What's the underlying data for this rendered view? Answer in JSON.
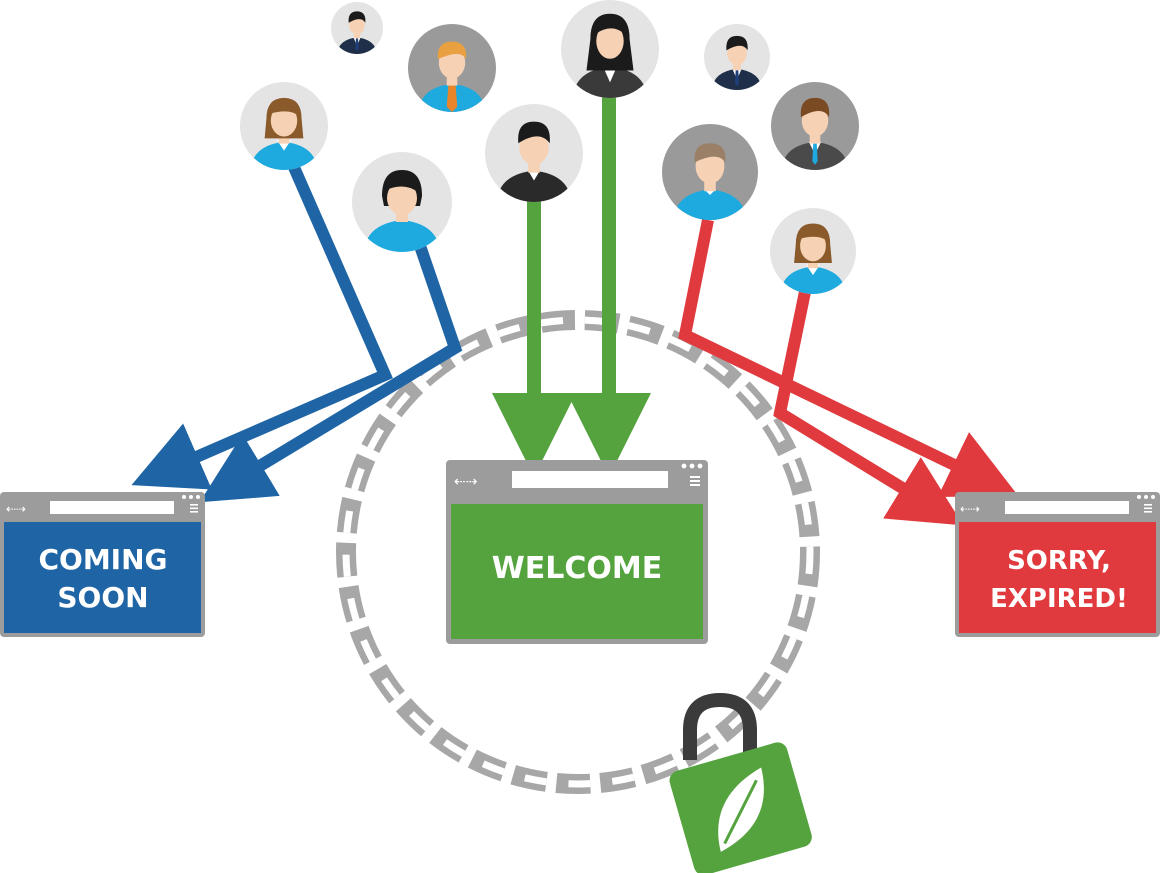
{
  "windows": {
    "coming_soon": {
      "line1": "COMING",
      "line2": "SOON",
      "color": "#1f65a6"
    },
    "welcome": {
      "line1": "WELCOME",
      "color": "#55a33e"
    },
    "expired": {
      "line1": "SORRY,",
      "line2": "EXPIRED!",
      "color": "#e03a3e"
    }
  },
  "colors": {
    "blue_arrow": "#1f65a6",
    "green_arrow": "#55a33e",
    "red_arrow": "#e03a3e",
    "chain": "#a7a7a7",
    "avatar_bg_light": "#e4e4e4",
    "avatar_bg_dark": "#9a9a9a",
    "lock_body": "#55a33e",
    "lock_shackle": "#3b3b3b"
  },
  "icons": {
    "users": "user-avatar-icon",
    "lock": "padlock-leaf-icon",
    "nav": "back-forward-arrows-icon",
    "menu": "hamburger-menu-icon"
  }
}
